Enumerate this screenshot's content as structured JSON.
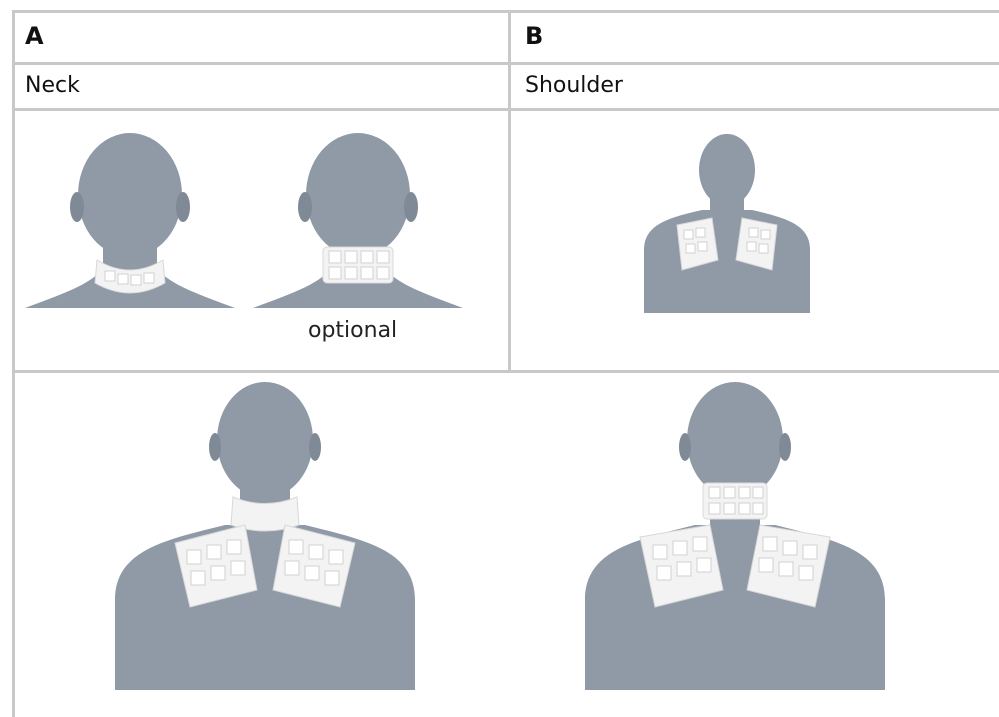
{
  "table": {
    "col_a_letter": "A",
    "col_b_letter": "B",
    "col_a_label": "Neck",
    "col_b_label": "Shoulder"
  },
  "figures": {
    "neck_optional_caption": "optional"
  },
  "colors": {
    "grid_line": "#c8c8c8",
    "skin": "#8f9aa6",
    "skin_light": "#a9b3bd",
    "pad": "#f4f4f4",
    "pad_cell": "#ffffff"
  },
  "icons": {
    "figure_neck_front": "neck-pad-front-figure",
    "figure_neck_back": "neck-pad-back-figure",
    "figure_shoulder": "shoulder-pad-figure",
    "figure_neck_shoulder_front": "neck-shoulder-pad-front-figure",
    "figure_neck_shoulder_back": "neck-shoulder-pad-back-figure"
  }
}
